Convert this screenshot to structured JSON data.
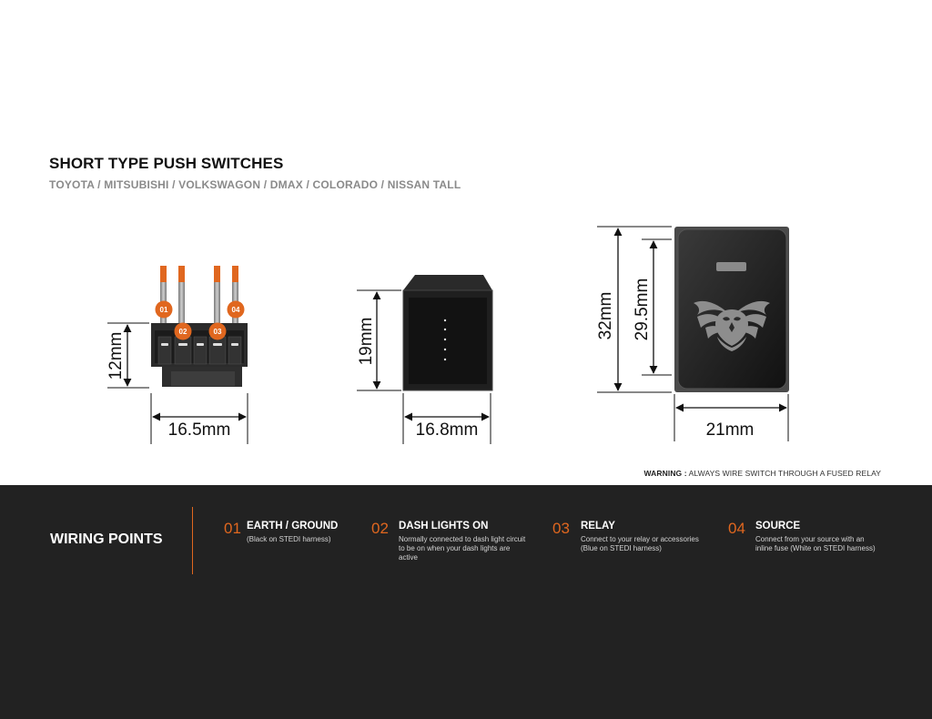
{
  "header": {
    "title": "SHORT TYPE PUSH SWITCHES",
    "subtitle": "TOYOTA / MITSUBISHI / VOLKSWAGON / DMAX / COLORADO / NISSAN TALL"
  },
  "dimensions": {
    "side_height": "12mm",
    "side_width": "16.5mm",
    "back_height": "19mm",
    "back_width": "16.8mm",
    "front_height_outer": "32mm",
    "front_height_inner": "29.5mm",
    "front_width": "21mm"
  },
  "pin_badges": [
    "01",
    "02",
    "03",
    "04"
  ],
  "warning": {
    "label": "WARNING :",
    "text": " ALWAYS WIRE SWITCH THROUGH A FUSED RELAY"
  },
  "wiring": {
    "title": "WIRING POINTS",
    "points": [
      {
        "num": "01",
        "title": "EARTH / GROUND",
        "desc": "(Black on STEDI harness)"
      },
      {
        "num": "02",
        "title": "DASH LIGHTS ON",
        "desc": "Normally connected to dash light circuit to be on when your dash lights are active"
      },
      {
        "num": "03",
        "title": "RELAY",
        "desc": "Connect to your relay or accessories (Blue on STEDI harness)"
      },
      {
        "num": "04",
        "title": "SOURCE",
        "desc": "Connect from your source with an inline fuse (White on STEDI harness)"
      }
    ]
  },
  "colors": {
    "accent": "#e0671f",
    "dark_panel": "#222222",
    "switch_face": "#2a2a2a"
  },
  "icons": [
    "owl-logo-icon",
    "indicator-light-icon"
  ]
}
